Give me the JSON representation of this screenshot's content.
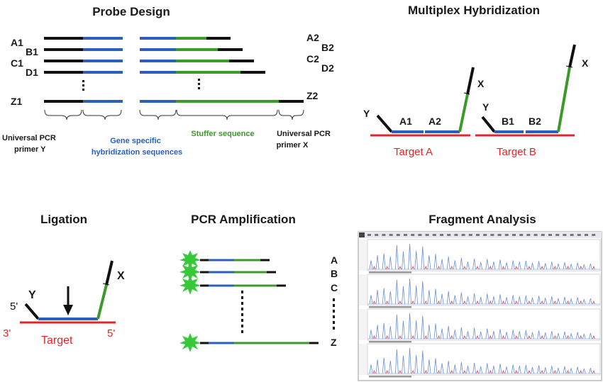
{
  "colors": {
    "primer": "#111111",
    "gene": "#2b5fbf",
    "stuffer": "#3a9a2a",
    "target": "#e0262b",
    "star": "#37c93a"
  },
  "probe_design": {
    "title": "Probe Design",
    "left_labels": [
      "A1",
      "B1",
      "C1",
      "D1",
      "Z1"
    ],
    "right_labels": [
      "A2",
      "B2",
      "C2",
      "D2",
      "Z2"
    ],
    "legend": {
      "universal_y_line1": "Universal PCR",
      "universal_y_line2": "primer  Y",
      "gene_line1": "Gene specific",
      "gene_line2": "hybridization sequences",
      "stuffer": "Stuffer sequence",
      "universal_x_line1": "Universal PCR",
      "universal_x_line2": "primer X"
    }
  },
  "multiplex": {
    "title": "Multiplex Hybridization",
    "target_a": "Target A",
    "target_b": "Target B",
    "a1": "A1",
    "a2": "A2",
    "b1": "B1",
    "b2": "B2",
    "y": "Y",
    "x": "X"
  },
  "ligation": {
    "title": "Ligation",
    "y": "Y",
    "x": "X",
    "five_prime": "5'",
    "three_prime": "3'",
    "target": "Target",
    "five_prime_right": "5'"
  },
  "pcr": {
    "title": "PCR Amplification",
    "labels": [
      "A",
      "B",
      "C",
      "Z"
    ]
  },
  "fragment": {
    "title": "Fragment Analysis",
    "panel_count": 4
  }
}
